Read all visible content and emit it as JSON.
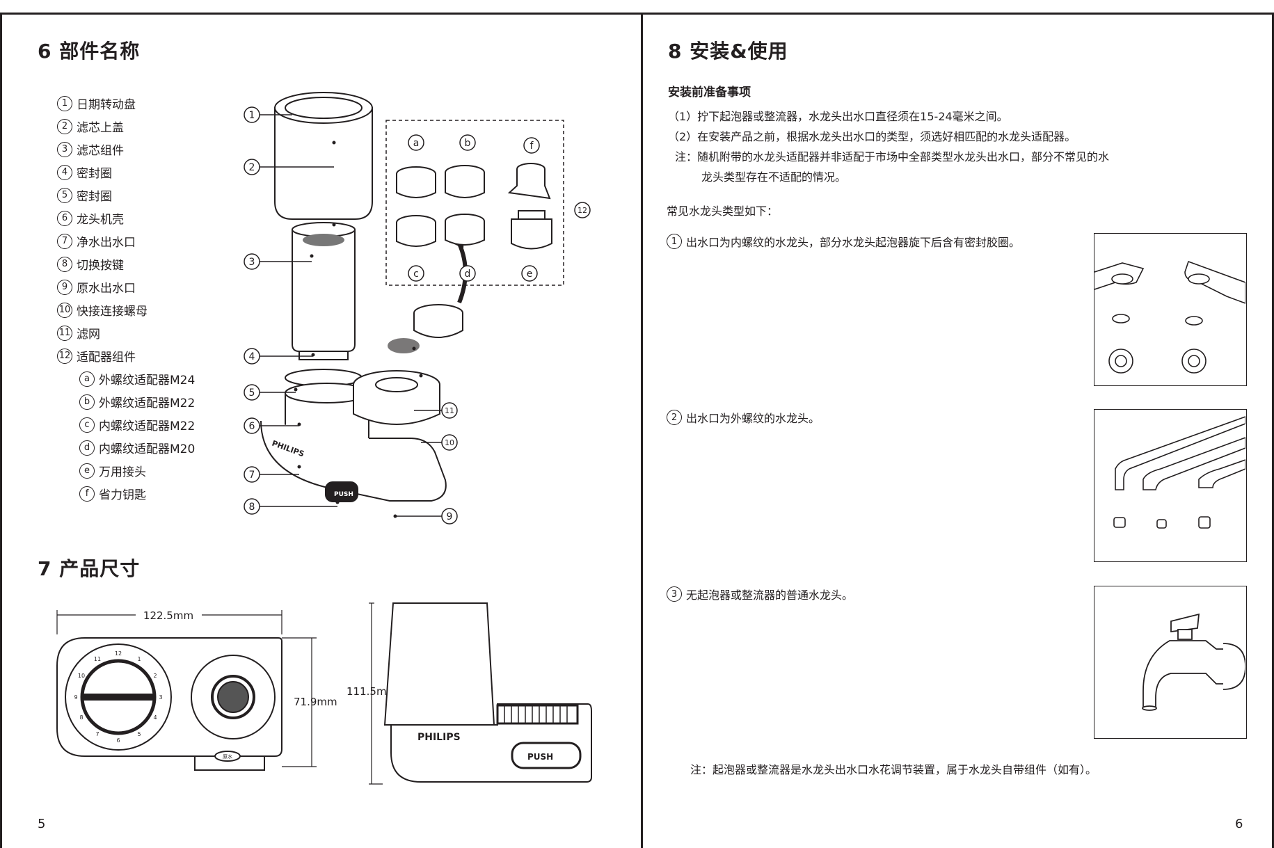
{
  "left_page": {
    "section6_title": "6  部件名称",
    "parts": [
      {
        "num": "1",
        "name": "日期转动盘"
      },
      {
        "num": "2",
        "name": "滤芯上盖"
      },
      {
        "num": "3",
        "name": "滤芯组件"
      },
      {
        "num": "4",
        "name": "密封圈"
      },
      {
        "num": "5",
        "name": "密封圈"
      },
      {
        "num": "6",
        "name": "龙头机壳"
      },
      {
        "num": "7",
        "name": "净水出水口"
      },
      {
        "num": "8",
        "name": "切换按键"
      },
      {
        "num": "9",
        "name": "原水出水口"
      },
      {
        "num": "10",
        "name": "快接连接螺母"
      },
      {
        "num": "11",
        "name": "滤网"
      },
      {
        "num": "12",
        "name": "适配器组件"
      }
    ],
    "adapters": [
      {
        "letter": "a",
        "name": "外螺纹适配器M24"
      },
      {
        "letter": "b",
        "name": "外螺纹适配器M22"
      },
      {
        "letter": "c",
        "name": "内螺纹适配器M22"
      },
      {
        "letter": "d",
        "name": "内螺纹适配器M20"
      },
      {
        "letter": "e",
        "name": "万用接头"
      },
      {
        "letter": "f",
        "name": "省力钥匙"
      }
    ],
    "diagram_callouts": [
      "1",
      "2",
      "3",
      "4",
      "5",
      "6",
      "7",
      "8",
      "9",
      "10",
      "11",
      "12"
    ],
    "adapter_callouts": [
      "a",
      "b",
      "c",
      "d",
      "e",
      "f"
    ],
    "brand": "PHILIPS",
    "push_label": "PUSH",
    "section7_title": "7  产品尺寸",
    "dim_width": "122.5mm",
    "dim_height_front": "71.9mm",
    "dim_height_side": "111.5mm",
    "dial_numbers": [
      "12",
      "1",
      "2",
      "3",
      "4",
      "5",
      "6",
      "7",
      "8",
      "9",
      "10",
      "11"
    ],
    "front_button_label": "原水",
    "page_number": "5"
  },
  "right_page": {
    "section8_title": "8  安装&使用",
    "prep_title": "安装前准备事项",
    "prep_lines": [
      "（1）拧下起泡器或整流器，水龙头出水口直径须在15-24毫米之间。",
      "（2）在安装产品之前，根据水龙头出水口的类型，须选好相匹配的水龙头适配器。",
      "注：随机附带的水龙头适配器并非适配于市场中全部类型水龙头出水口，部分不常见的水",
      "龙头类型存在不适配的情况。"
    ],
    "common_types_intro": "常见水龙头类型如下：",
    "cases": [
      {
        "num": "1",
        "text": "出水口为内螺纹的水龙头，部分水龙头起泡器旋下后含有密封胶圈。"
      },
      {
        "num": "2",
        "text": "出水口为外螺纹的水龙头。"
      },
      {
        "num": "3",
        "text": "无起泡器或整流器的普通水龙头。"
      }
    ],
    "footnote": "注：起泡器或整流器是水龙头出水口水花调节装置，属于水龙头自带组件（如有）。",
    "page_number": "6"
  }
}
